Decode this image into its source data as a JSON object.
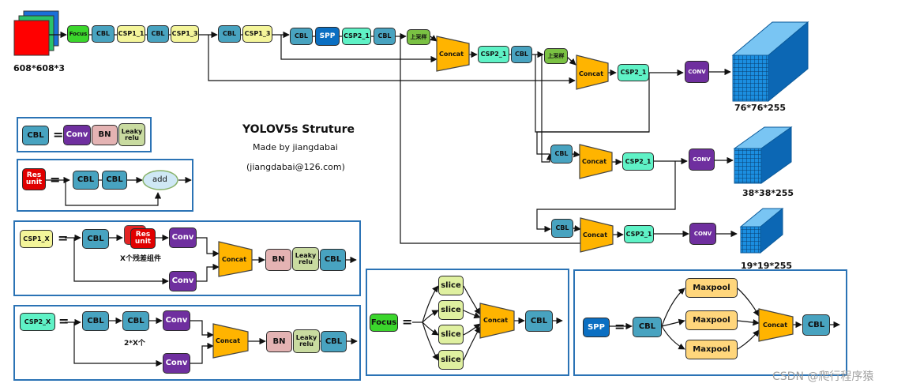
{
  "title": {
    "main": "YOLOV5s Struture",
    "author": "Made by jiangdabai",
    "email": "(jiangdabai@126.com)"
  },
  "input_size": "608*608*3",
  "outputs": {
    "large": "76*76*255",
    "medium": "38*38*255",
    "small": "19*19*255"
  },
  "labels": {
    "focus": "Focus",
    "cbl": "CBL",
    "csp1_1": "CSP1_1",
    "csp1_3": "CSP1_3",
    "spp": "SPP",
    "csp2_1": "CSP2_1",
    "upsample": "上采样",
    "concat": "Concat",
    "conv": "CONV",
    "conv_legend": "Conv",
    "bn": "BN",
    "leaky_1": "Leaky",
    "leaky_2": "relu",
    "res_1": "Res",
    "res_2": "unit",
    "add": "add",
    "csp1_x": "CSP1_X",
    "csp2_x": "CSP2_X",
    "x_res": "X个残差组件",
    "two_x": "2*X个",
    "slice": "slice",
    "maxpool": "Maxpool",
    "eq": "="
  },
  "watermark": "CSDN @爬行程序猿",
  "colors": {
    "cbl": "#48a3c0",
    "csp1": "#f4f59a",
    "csp2": "#5ff2c6",
    "conv": "#6f2f9f",
    "bn": "#e4b3b3",
    "leaky": "#c9dba0",
    "focus": "#3bd62c",
    "spp": "#0b6fc2",
    "slice": "#dff0a0",
    "maxpool": "#ffd67c",
    "concat": "#ffb400",
    "upsample": "#7ac143",
    "res": "#e00000",
    "add": "#cfe8f5",
    "cube": "#1b8ee0",
    "panel_border": "#2b73b5"
  }
}
